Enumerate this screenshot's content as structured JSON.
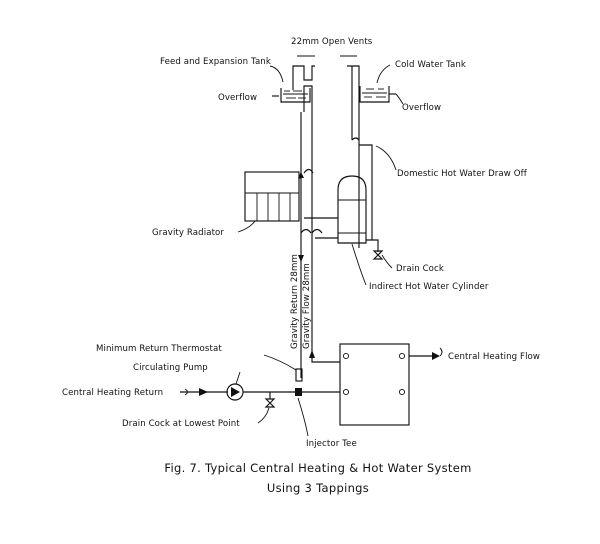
{
  "labels": {
    "open_vents": "22mm Open Vents",
    "feed_tank": "Feed and Expansion Tank",
    "cold_tank": "Cold Water Tank",
    "overflow_left": "Overflow",
    "overflow_right": "Overflow",
    "dhw_draw_off": "Domestic Hot Water Draw Off",
    "gravity_radiator": "Gravity Radiator",
    "drain_cock": "Drain Cock",
    "cylinder": "Indirect Hot Water Cylinder",
    "gravity_return": "Gravity Return 28mm",
    "gravity_flow": "Gravity Flow 28mm",
    "min_return_thermostat": "Minimum Return Thermostat",
    "circulating_pump": "Circulating Pump",
    "ch_return": "Central Heating Return",
    "ch_flow": "Central Heating Flow",
    "drain_cock_lowest": "Drain Cock at Lowest Point",
    "injector_tee": "Injector Tee"
  },
  "caption": {
    "line1": "Fig. 7. Typical Central Heating & Hot Water System",
    "line2": "Using 3 Tappings"
  }
}
